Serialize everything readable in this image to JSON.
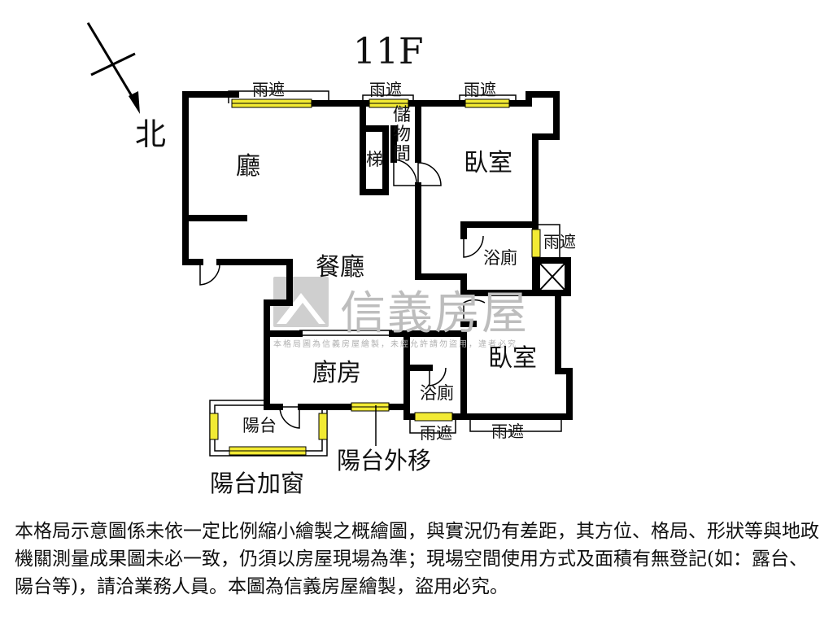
{
  "floor_label": "11F",
  "north_label": "北",
  "rooms": {
    "living": "廳",
    "dining": "餐廳",
    "bedroom_1": "臥室",
    "bedroom_2": "臥室",
    "bath_1": "浴廁",
    "bath_2": "浴廁",
    "kitchen": "廚房",
    "storage": "儲物間",
    "stairs": "梯",
    "balcony": "陽台"
  },
  "rain_shelter_label": "雨遮",
  "annotations": {
    "balcony_window": "陽台加窗",
    "balcony_moved_out": "陽台外移"
  },
  "watermark": {
    "brand": "信義房屋",
    "notice": "本格局圖為信義房屋繪製，未經允許請勿盜用，違者必究"
  },
  "disclaimer": "本格局示意圖係未依一定比例縮小繪製之概繪圖，與實況仍有差距，其方位、格局、形狀等與地政機關測量成果圖未必一致，仍須以房屋現場為準；現場空間使用方式及面積有無登記(如：露台、陽台等)，請洽業務人員。本圖為信義房屋繪製，盜用必究。",
  "colors": {
    "wall": "#000000",
    "window_fill": "#f2ea34",
    "watermark": "#bdbdbd"
  }
}
